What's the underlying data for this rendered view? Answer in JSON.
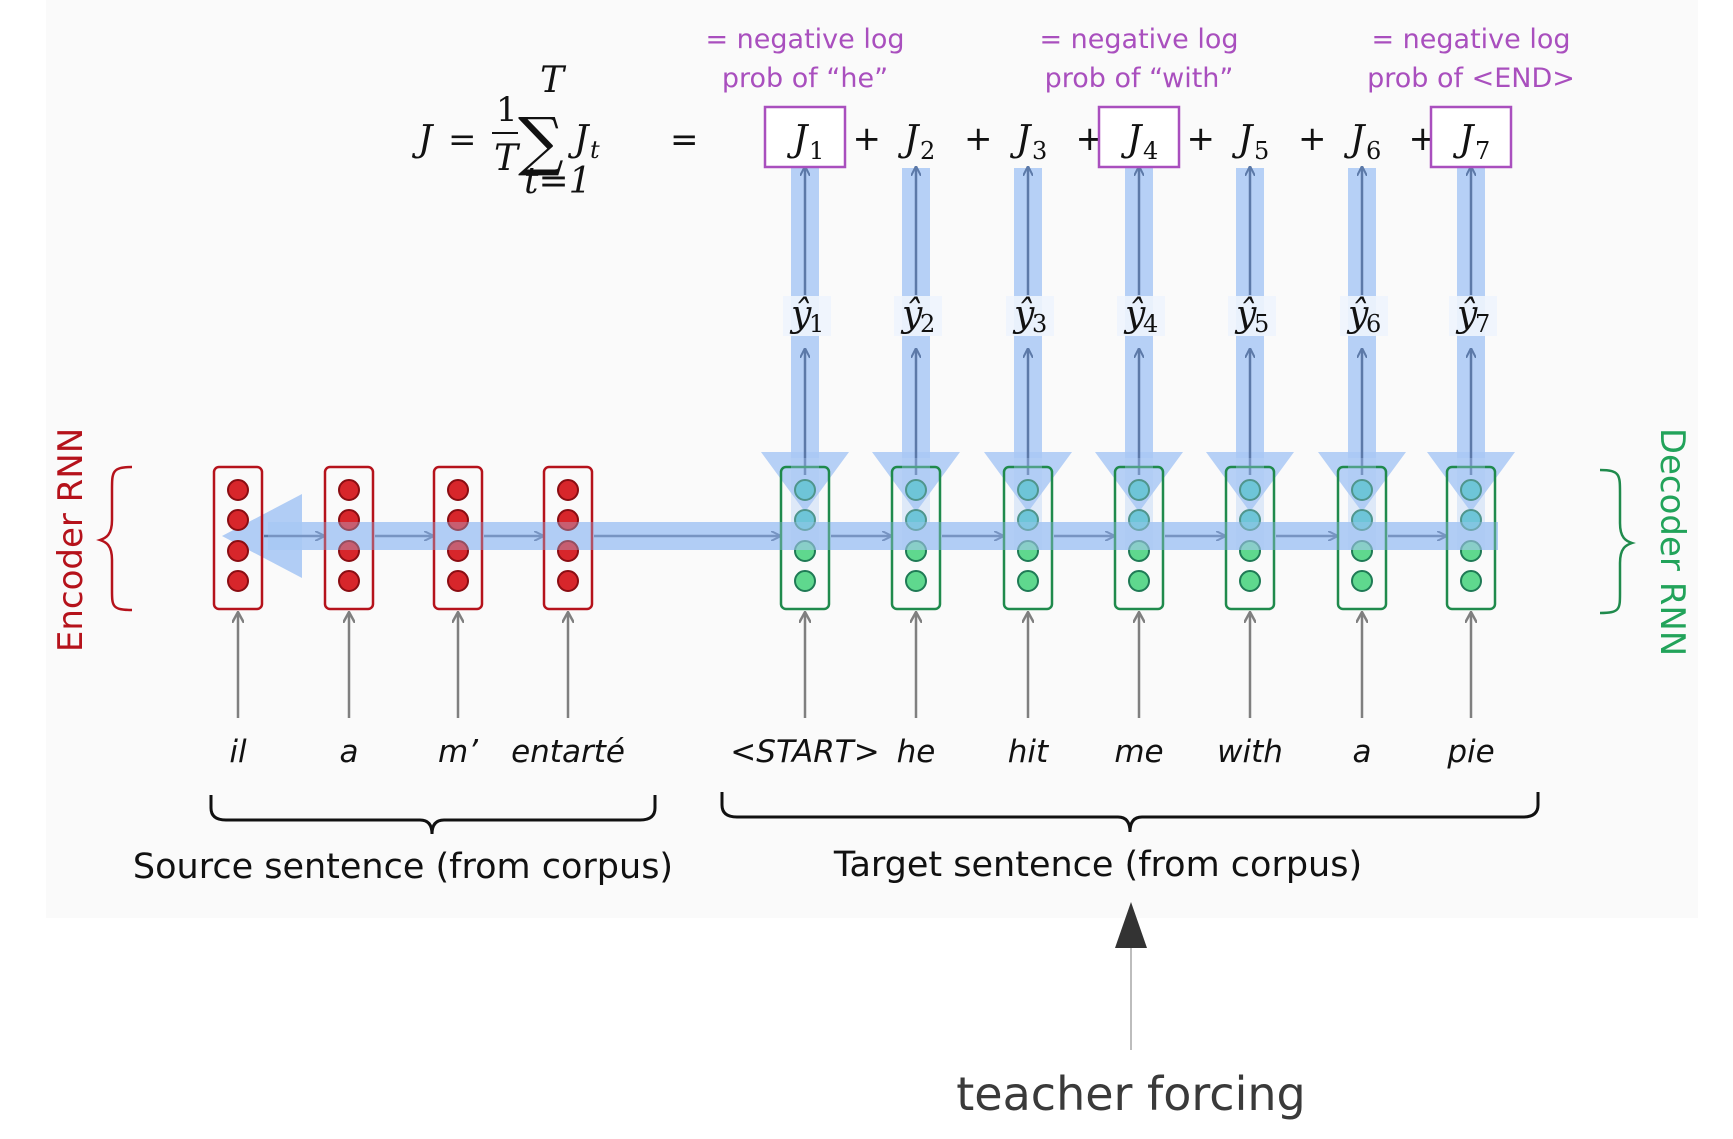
{
  "equation": {
    "lhs": "J",
    "eq_sign": "=",
    "fraction_num": "1",
    "fraction_den": "T",
    "sum_symbol": "∑",
    "sum_upper": "T",
    "sum_lower": "t=1",
    "summand": "J",
    "summand_sub": "t",
    "equals": "=",
    "plus": "+"
  },
  "loss_terms": [
    {
      "symbol": "J",
      "sub": "1",
      "boxed": true
    },
    {
      "symbol": "J",
      "sub": "2",
      "boxed": false
    },
    {
      "symbol": "J",
      "sub": "3",
      "boxed": false
    },
    {
      "symbol": "J",
      "sub": "4",
      "boxed": true
    },
    {
      "symbol": "J",
      "sub": "5",
      "boxed": false
    },
    {
      "symbol": "J",
      "sub": "6",
      "boxed": false
    },
    {
      "symbol": "J",
      "sub": "7",
      "boxed": true
    }
  ],
  "annotations": [
    {
      "line1": "= negative log",
      "line2": "prob of “he”"
    },
    {
      "line1": "= negative log",
      "line2": "prob of “with”"
    },
    {
      "line1": "= negative log",
      "line2": "prob of <END>"
    }
  ],
  "predictions": [
    {
      "symbol": "ŷ",
      "sub": "1"
    },
    {
      "symbol": "ŷ",
      "sub": "2"
    },
    {
      "symbol": "ŷ",
      "sub": "3"
    },
    {
      "symbol": "ŷ",
      "sub": "4"
    },
    {
      "symbol": "ŷ",
      "sub": "5"
    },
    {
      "symbol": "ŷ",
      "sub": "6"
    },
    {
      "symbol": "ŷ",
      "sub": "7"
    }
  ],
  "source_words": [
    "il",
    "a",
    "m’",
    "entarté"
  ],
  "target_words": [
    "<START>",
    "he",
    "hit",
    "me",
    "with",
    "a",
    "pie"
  ],
  "labels": {
    "encoder": "Encoder RNN",
    "decoder": "Decoder RNN",
    "source_caption": "Source sentence (from corpus)",
    "target_caption": "Target sentence (from corpus)",
    "teacher_forcing": "teacher forcing"
  },
  "colors": {
    "encoder": "#b5121b",
    "decoder": "#1f8a4c",
    "annotation": "#a94fbe",
    "flow": "#a9c8f4",
    "arrow": "#5c79a8",
    "input_arrow": "#7f7f7f"
  }
}
